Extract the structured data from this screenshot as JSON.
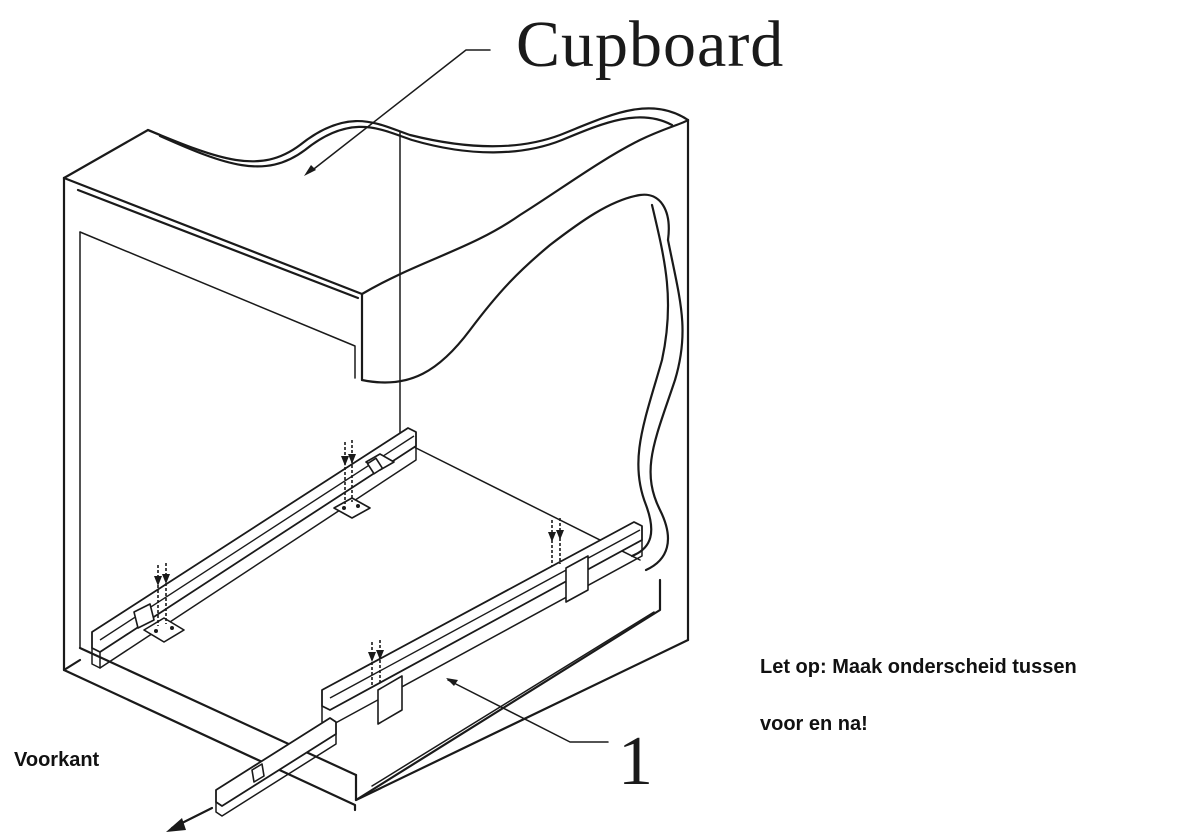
{
  "labels": {
    "cupboard": "Cupboard",
    "part_number": "1",
    "front_side": "Voorkant"
  },
  "note": {
    "line1": "Let op: Maak onderscheid tussen",
    "line2": "voor en na!"
  },
  "icons": {
    "direction": "arrow-front-icon",
    "leader": "leader-line"
  }
}
